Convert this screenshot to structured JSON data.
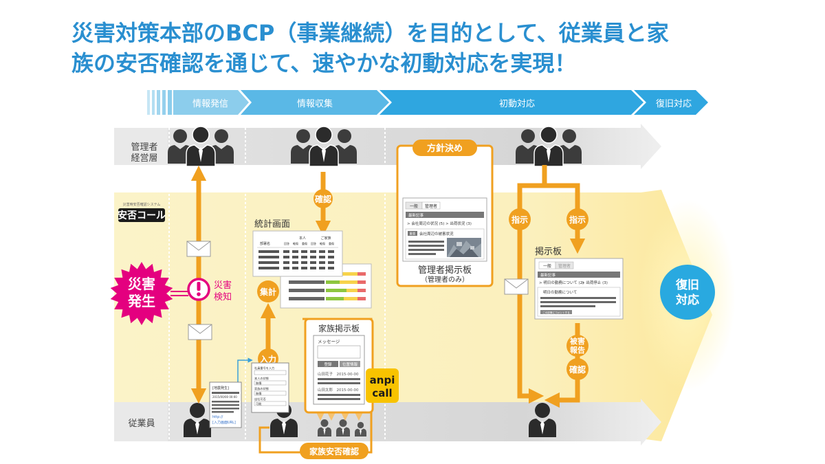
{
  "headline": {
    "line1": "災害対策本部のBCP（事業継続）を目的として、従業員と家",
    "line2": "族の安否確認を通じて、速やかな初動対応を実現！"
  },
  "phases": [
    "情報発信",
    "情報収集",
    "初動対応",
    "復旧対応"
  ],
  "lanes": {
    "management": [
      "管理者",
      "経営層"
    ],
    "system_logo": "安否コール",
    "system_logo_caption": "災害時安否確認システム",
    "employees": "従業員"
  },
  "event": {
    "disaster": [
      "災害",
      "発生"
    ],
    "detection": [
      "災害",
      "検知"
    ]
  },
  "recovery": [
    "復旧",
    "対応"
  ],
  "badges": {
    "confirm_top": "確認",
    "aggregate": "集計",
    "input": "入力",
    "instruction_1": "指示",
    "instruction_2": "指示",
    "damage_report": [
      "被害",
      "報告"
    ],
    "confirm_bottom": "確認"
  },
  "labels": {
    "stats": "統計画面",
    "policy": "方針決め",
    "admin_board": "管理者掲示板",
    "admin_only": "（管理者のみ）",
    "board": "掲示板",
    "family_board": "家族掲示板",
    "family_safety": "家族安否確認"
  },
  "stats_screen": {
    "col_headers": [
      "部署名",
      "本人",
      "ご家族"
    ],
    "sub_headers": [
      "回答",
      "軽傷",
      "重傷",
      "回答",
      "軽傷",
      "重傷"
    ]
  },
  "admin_board_screen": {
    "tabs": [
      "一般",
      "管理者"
    ],
    "section": "最新記事",
    "items": [
      "> 会社周辺の状況 (5)",
      "> 出荷状況 (3)"
    ],
    "post_tag": "重要",
    "post_title": "会社周辺の被害状況"
  },
  "board_screen": {
    "tabs": [
      "一般",
      "管理者"
    ],
    "section": "最新記事",
    "items": [
      "> 明日の勤務について (2)",
      "> 出荷停止 (3)"
    ],
    "post_title": "明日の勤務について",
    "button": "この記事にコメントする"
  },
  "email_screen": {
    "subject": "[地震発生]",
    "date": "2015/00/00 00:00",
    "link_label": "http://",
    "link_text": "[入力画面URL]"
  },
  "input_screen": {
    "fields": [
      "社員番号を入力",
      "本人の状態",
      "家族の状態",
      "出社可否"
    ],
    "values": [
      "無傷",
      "無傷",
      "可能"
    ]
  },
  "family_screen": {
    "message_label": "メッセージ",
    "buttons": [
      "登録",
      "位置情報"
    ],
    "entries": [
      "山田花子　2015-00-00",
      "山田太郎　2015-00-00"
    ]
  },
  "anpi_logo": [
    "anpi",
    "call"
  ],
  "colors": {
    "headline": "#2a8fd0",
    "orange": "#f0a020",
    "phase_light": "#8ccdec",
    "phase_mid": "#5ab8e6",
    "phase_dark": "#2fa6e0",
    "alert_pink": "#e4007f",
    "recovery_blue": "#29a9e0",
    "system_band": "#fbf3c8"
  }
}
